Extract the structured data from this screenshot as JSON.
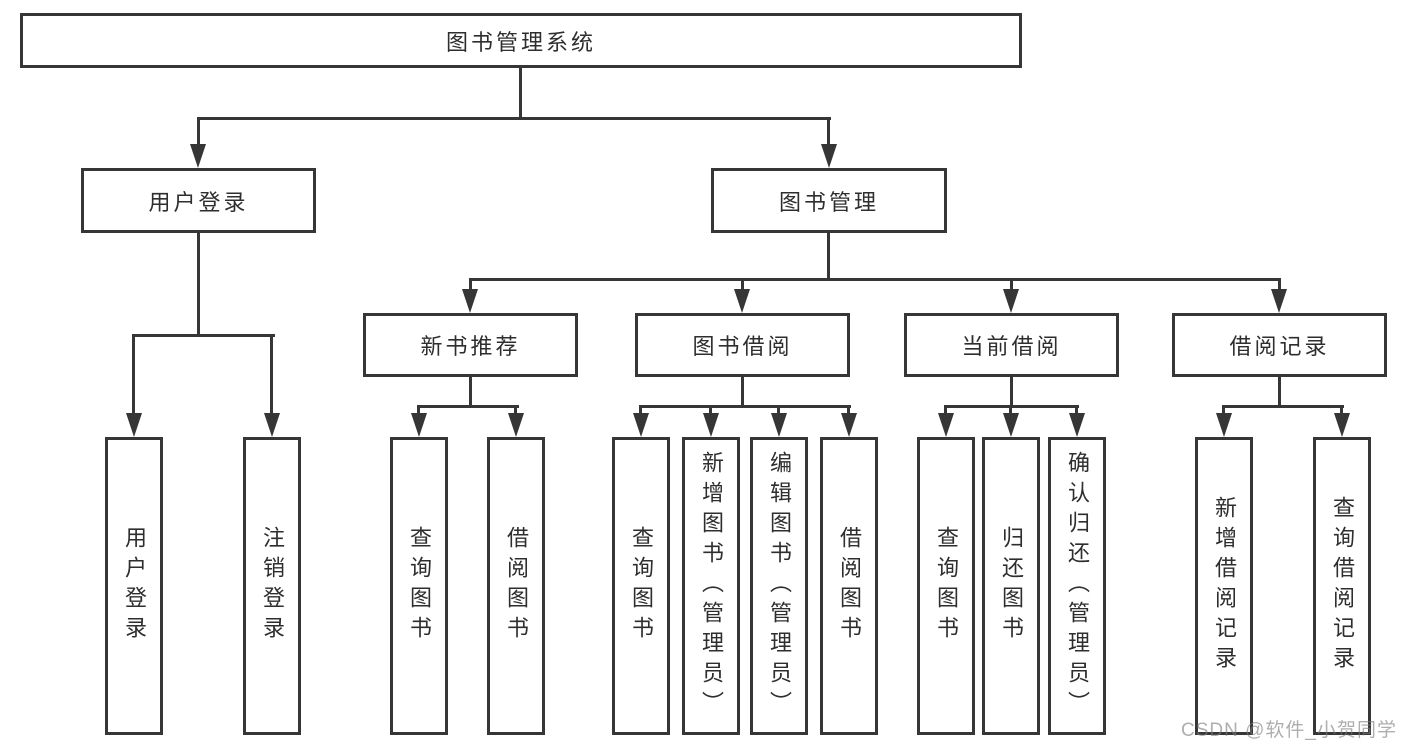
{
  "diagram_title": "图书管理系统",
  "tree": {
    "root": {
      "label": "图书管理系统"
    },
    "branches": [
      {
        "label": "用户登录",
        "children": [
          {
            "label": "用户登录"
          },
          {
            "label": "注销登录"
          }
        ]
      },
      {
        "label": "图书管理",
        "children": [
          {
            "label": "新书推荐",
            "children": [
              {
                "label": "查询图书"
              },
              {
                "label": "借阅图书"
              }
            ]
          },
          {
            "label": "图书借阅",
            "children": [
              {
                "label": "查询图书"
              },
              {
                "label": "新增图书（管理员）"
              },
              {
                "label": "编辑图书（管理员）"
              },
              {
                "label": "借阅图书"
              }
            ]
          },
          {
            "label": "当前借阅",
            "children": [
              {
                "label": "查询图书"
              },
              {
                "label": "归还图书"
              },
              {
                "label": "确认归还（管理员）"
              }
            ]
          },
          {
            "label": "借阅记录",
            "children": [
              {
                "label": "新增借阅记录"
              },
              {
                "label": "查询借阅记录"
              }
            ]
          }
        ]
      }
    ]
  },
  "watermark": {
    "text": "CSDN @软件_小贺同学"
  },
  "colors": {
    "line": "#363636",
    "box_border": "#363636",
    "text": "#2e2e2e",
    "background": "#ffffff",
    "watermark": "#7d7d7d"
  }
}
